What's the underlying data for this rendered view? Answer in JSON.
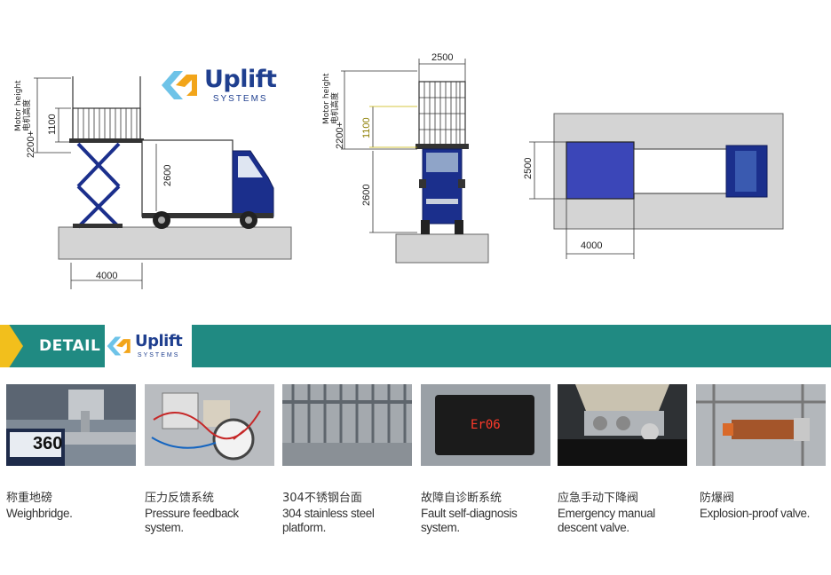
{
  "logo": {
    "brand": "Uplift",
    "sub": "SYSTEMS"
  },
  "drawings": {
    "side_view": {
      "motor_height_en": "Motor height",
      "motor_height_cn": "电机高度",
      "dim_height": "2200+",
      "dim_platform": "1100",
      "dim_truck_height": "2600",
      "dim_length": "4000"
    },
    "front_view": {
      "motor_height_en": "Motor height",
      "motor_height_cn": "电机高度",
      "dim_width": "2500",
      "dim_height": "2200+",
      "dim_platform": "1100",
      "dim_truck_height": "2600"
    },
    "top_view": {
      "dim_width": "2500",
      "dim_length": "4000"
    }
  },
  "detail": {
    "title": "DETAIL",
    "items": [
      {
        "cn": "称重地磅",
        "en": "Weighbridge.",
        "readout": "360"
      },
      {
        "cn": "压力反馈系统",
        "en": "Pressure feedback system."
      },
      {
        "cn": "304不锈钢台面",
        "en": "304 stainless steel platform."
      },
      {
        "cn": "故障自诊断系统",
        "en": "Fault self-diagnosis system.",
        "readout": "Er06"
      },
      {
        "cn": "应急手动下降阀",
        "en": "Emergency manual descent valve."
      },
      {
        "cn": "防爆阀",
        "en": "Explosion-proof valve."
      }
    ]
  },
  "colors": {
    "brand_blue": "#1f3f8f",
    "band_teal": "#208a82",
    "band_yellow": "#f2bf1c",
    "truck_blue": "#1b2f8c"
  }
}
